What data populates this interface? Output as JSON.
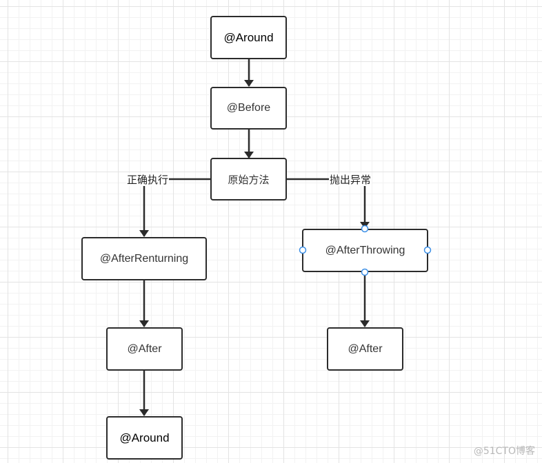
{
  "nodes": {
    "around_top": "@Around",
    "before": "@Before",
    "original_method": "原始方法",
    "after_returning": "@AfterRenturning",
    "after_throwing": "@AfterThrowing",
    "after_left": "@After",
    "after_right": "@After",
    "around_bottom": "@Around"
  },
  "edge_labels": {
    "success": "正确执行",
    "exception": "抛出异常"
  },
  "watermark": "@51CTO博客",
  "colors": {
    "stroke": "#2b2b2b",
    "selection_handle": "#3a8ee6"
  }
}
